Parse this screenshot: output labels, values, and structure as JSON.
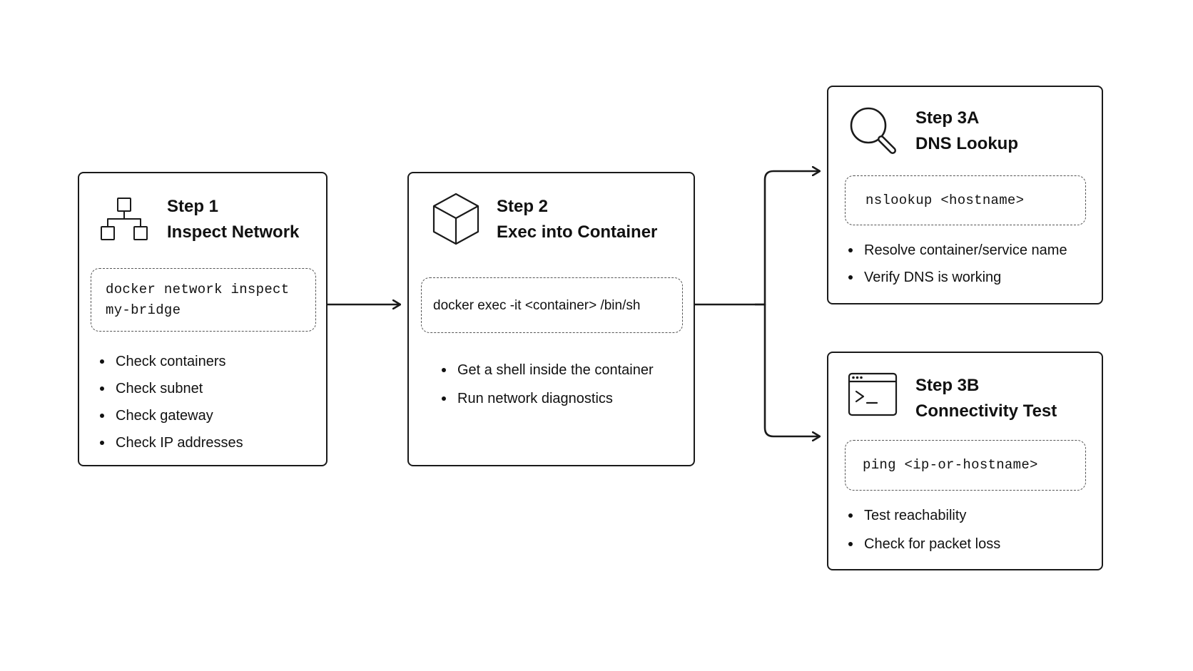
{
  "steps": {
    "step1": {
      "label": "Step 1",
      "title": "Inspect Network",
      "icon": "network-topology-icon",
      "command_lines": [
        "docker network inspect",
        "my-bridge"
      ],
      "bullets": [
        "Check containers",
        "Check subnet",
        "Check gateway",
        "Check IP addresses"
      ]
    },
    "step2": {
      "label": "Step 2",
      "title": "Exec into Container",
      "icon": "cube-icon",
      "command": "docker exec -it <container> /bin/sh",
      "bullets": [
        "Get a shell inside the container",
        "Run network diagnostics"
      ]
    },
    "step3a": {
      "label": "Step 3A",
      "title": "DNS Lookup",
      "icon": "magnifier-icon",
      "command": "nslookup <hostname>",
      "bullets": [
        "Resolve container/service name",
        "Verify DNS is working"
      ]
    },
    "step3b": {
      "label": "Step 3B",
      "title": "Connectivity Test",
      "icon": "terminal-icon",
      "command": "ping <ip-or-hostname>",
      "bullets": [
        "Test reachability",
        "Check for packet loss"
      ]
    }
  },
  "colors": {
    "stroke": "#1a1a1a",
    "dashed_border": "#555555",
    "text": "#111111",
    "background": "#ffffff"
  }
}
